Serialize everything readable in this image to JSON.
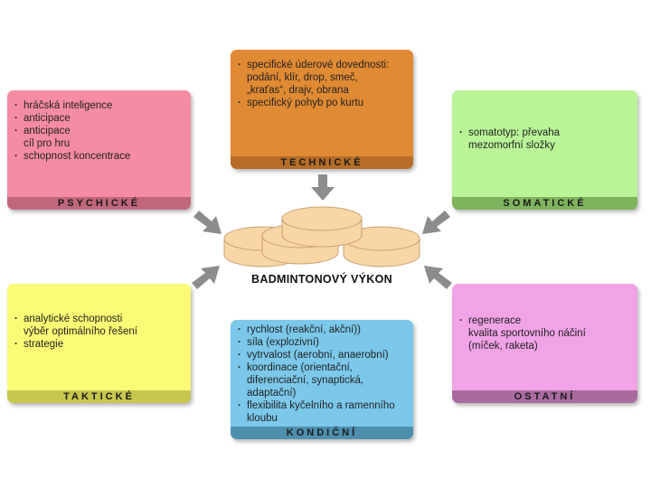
{
  "center": {
    "label": "BADMINTONOVÝ VÝKON"
  },
  "cards": [
    {
      "id": "psychicke",
      "title": "PSYCHICKÉ",
      "color": "#f58ca3",
      "footer_color": "#c0677c",
      "items": [
        "hráčská inteligence",
        "anticipace",
        "anticipace\ncíl pro hru",
        "schopnost koncentrace"
      ]
    },
    {
      "id": "technicke",
      "title": "TECHNICKÉ",
      "color": "#e08a33",
      "footer_color": "#b56d28",
      "items": [
        "specifické úderové dovednosti:\npodání, klír, drop, smeč,\n„kraťas“, drajv, obrana",
        "specifický pohyb po kurtu"
      ]
    },
    {
      "id": "somaticke",
      "title": "SOMATICKÉ",
      "color": "#b9f497",
      "footer_color": "#7fb35e",
      "items": [
        "somatotyp: převaha\nmezomorfní složky"
      ]
    },
    {
      "id": "takticke",
      "title": "TAKTICKÉ",
      "color": "#fbfb75",
      "footer_color": "#c7c64d",
      "items": [
        "analytické schopnosti\nvýběr optimálního řešení",
        "strategie"
      ]
    },
    {
      "id": "kondicni",
      "title": "KONDIČNÍ",
      "color": "#7bc8ea",
      "footer_color": "#4e8fae",
      "items": [
        "rychlost (reakční, akční))",
        "síla (explozivní)",
        "vytrvalost (aerobní, anaerobní)",
        "koordinace (orientační,\ndiferenciační, synaptická,\nadaptační)",
        "flexibilita kyčelního a ramenního\nkloubu"
      ]
    },
    {
      "id": "ostatni",
      "title": "OSTATNÍ",
      "color": "#f0a3e6",
      "footer_color": "#a96b9f",
      "items": [
        "regenerace\nkvalita sportovního náčiní\n(míček, raketa)"
      ]
    }
  ],
  "colors": {
    "coin_fill": "#f8d6a6",
    "coin_edge": "#c9a274",
    "arrow": "#8c8c8c"
  }
}
